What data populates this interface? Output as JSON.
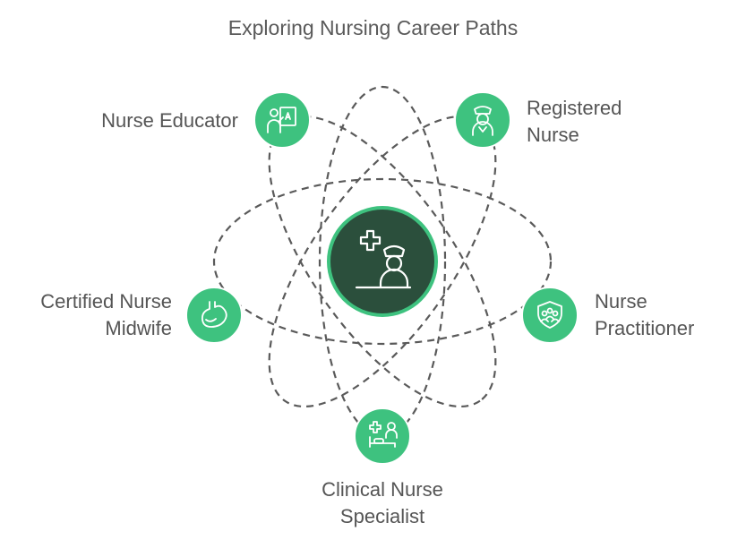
{
  "title": "Exploring Nursing Career Paths",
  "colors": {
    "node_fill": "#3ec27f",
    "node_stroke": "#ffffff",
    "center_fill": "#2b4f3c",
    "center_ring": "#3ec27f",
    "orbit_stroke": "#5a5a5a",
    "text": "#555555"
  },
  "center": {
    "icon": "nurse-medical-icon"
  },
  "nodes": [
    {
      "id": "nurse-educator",
      "lines": [
        "Nurse Educator"
      ],
      "icon": "teacher-board-icon"
    },
    {
      "id": "registered-nurse",
      "lines": [
        "Registered",
        "Nurse"
      ],
      "icon": "nurse-person-icon"
    },
    {
      "id": "nurse-practitioner",
      "lines": [
        "Nurse",
        "Practitioner"
      ],
      "icon": "shield-people-icon"
    },
    {
      "id": "clinical-nurse-specialist",
      "lines": [
        "Clinical Nurse",
        "Specialist"
      ],
      "icon": "patient-bed-icon"
    },
    {
      "id": "certified-nurse-midwife",
      "lines": [
        "Certified Nurse",
        "Midwife"
      ],
      "icon": "stomach-icon"
    }
  ]
}
